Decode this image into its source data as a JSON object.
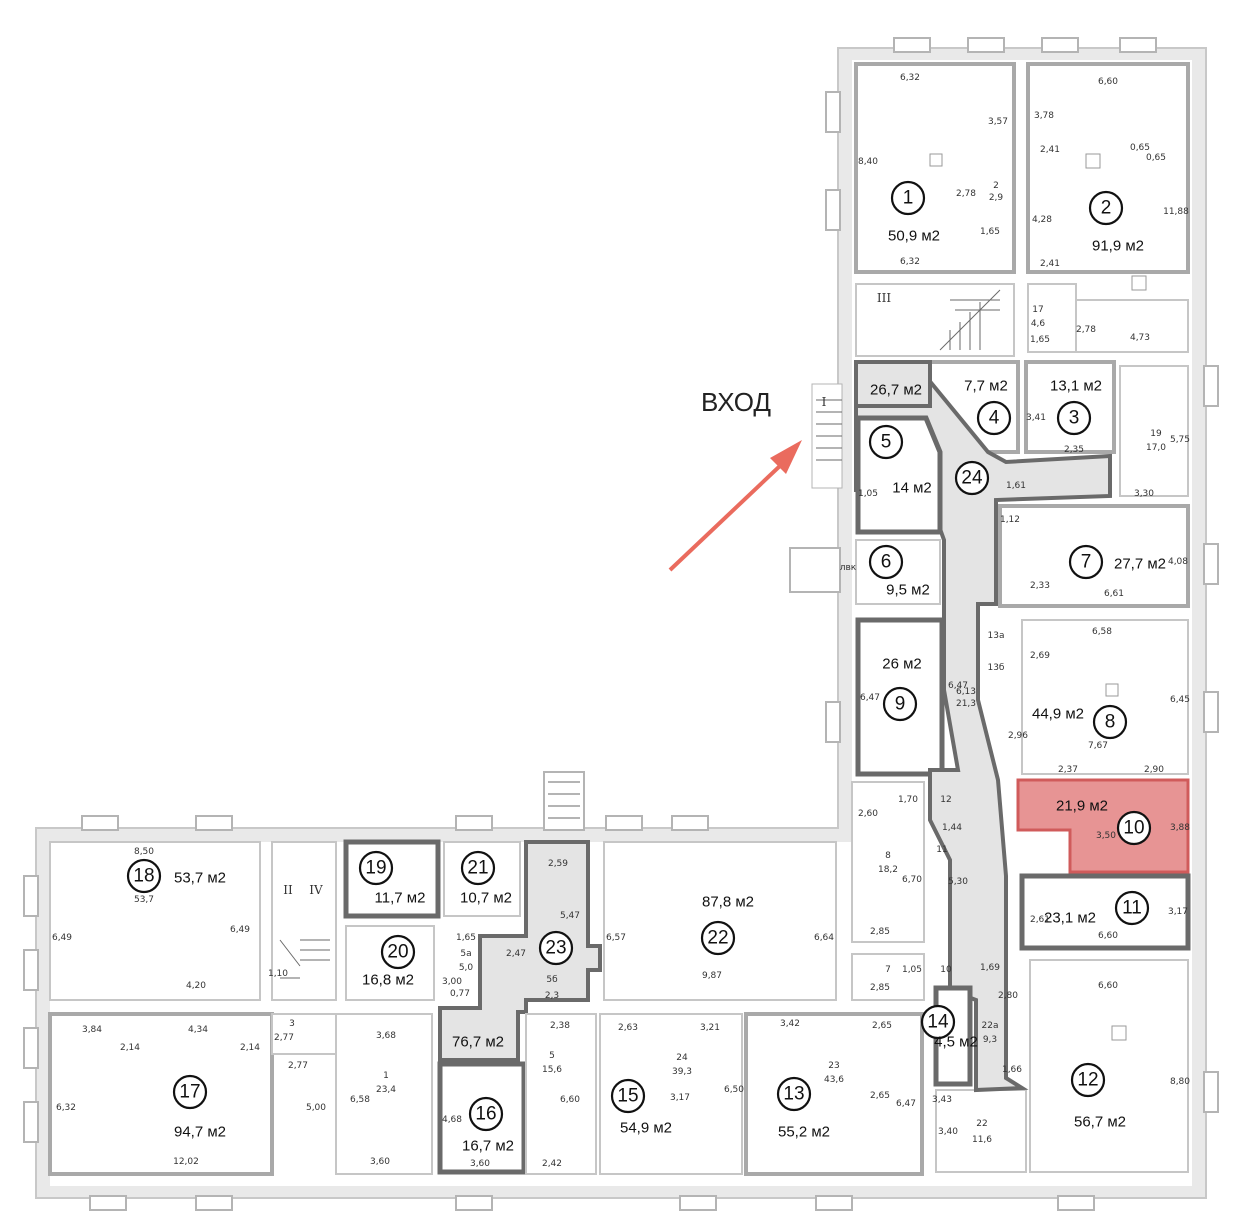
{
  "plan": {
    "entrance_label": "ВХОД",
    "colors": {
      "highlight": "#e79494",
      "arrow": "#ea6b5e",
      "corridor": "#e4e4e4"
    },
    "rooms": [
      {
        "num": "1",
        "area": "50,9 м2"
      },
      {
        "num": "2",
        "area": "91,9 м2"
      },
      {
        "num": "3",
        "area": "13,1 м2"
      },
      {
        "num": "4",
        "area": "7,7 м2"
      },
      {
        "num": "5",
        "area": "14 м2"
      },
      {
        "num": "6",
        "area": "9,5 м2"
      },
      {
        "num": "7",
        "area": "27,7 м2"
      },
      {
        "num": "8",
        "area": "44,9 м2"
      },
      {
        "num": "9",
        "area": "26 м2"
      },
      {
        "num": "10",
        "area": "21,9 м2"
      },
      {
        "num": "11",
        "area": "23,1 м2"
      },
      {
        "num": "12",
        "area": "56,7 м2"
      },
      {
        "num": "13",
        "area": "55,2 м2"
      },
      {
        "num": "14",
        "area": "4,5 м2"
      },
      {
        "num": "15",
        "area": "54,9 м2"
      },
      {
        "num": "16",
        "area": "16,7 м2"
      },
      {
        "num": "17",
        "area": "94,7 м2"
      },
      {
        "num": "18",
        "area": "53,7 м2"
      },
      {
        "num": "19",
        "area": "11,7 м2"
      },
      {
        "num": "20",
        "area": "16,8 м2"
      },
      {
        "num": "21",
        "area": "10,7 м2"
      },
      {
        "num": "22",
        "area": "87,8 м2"
      },
      {
        "num": "23",
        "area": "76,7 м2"
      },
      {
        "num": "24",
        "area": "26,7 м2"
      }
    ],
    "stairs": [
      "I",
      "II",
      "III",
      "IV"
    ],
    "dims": [
      "6,32",
      "3,57",
      "8,40",
      "2,78",
      "2",
      "2,9",
      "1,65",
      "6,32",
      "6,60",
      "3,78",
      "2,41",
      "0,65",
      "0,65",
      "11,88",
      "4,28",
      "2,41",
      "17",
      "4,6",
      "1,65",
      "2,78",
      "4,73",
      "3,41",
      "2,35",
      "19",
      "17,0",
      "5,75",
      "3,30",
      "1,05",
      "1,61",
      "1,12",
      "2,33",
      "6,61",
      "4,08",
      "лвк",
      "13а",
      "13б",
      "6,47",
      "6,13",
      "21,3",
      "6,47",
      "6,58",
      "2,69",
      "2,96",
      "7,67",
      "6,45",
      "2,37",
      "2,90",
      "3,50",
      "3,88",
      "12",
      "1,70",
      "1,44",
      "11",
      "5,30",
      "2,61",
      "6,60",
      "3,17",
      "2,60",
      "8",
      "18,2",
      "6,70",
      "2,85",
      "1,69",
      "10",
      "7",
      "2,85",
      "1,05",
      "2,80",
      "22а",
      "9,3",
      "1,66",
      "6,60",
      "8,80",
      "8,50",
      "53,7",
      "6,49",
      "6,49",
      "4,20",
      "1,10",
      "1,65",
      "5а",
      "5,0",
      "3,00",
      "0,77",
      "2,59",
      "5,47",
      "2,47",
      "5б",
      "2,3",
      "6,57",
      "9,87",
      "6,64",
      "3,84",
      "2,14",
      "4,34",
      "2,14",
      "6,32",
      "5,00",
      "12,02",
      "3",
      "2,77",
      "2,77",
      "3,68",
      "1",
      "23,4",
      "6,58",
      "3,60",
      "4,68",
      "3,60",
      "2,38",
      "5",
      "15,6",
      "6,60",
      "2,42",
      "2,63",
      "3,21",
      "24",
      "39,3",
      "3,17",
      "6,50",
      "3,42",
      "2,65",
      "23",
      "43,6",
      "2,65",
      "6,47",
      "3,43",
      "3,40",
      "22",
      "11,6"
    ]
  }
}
